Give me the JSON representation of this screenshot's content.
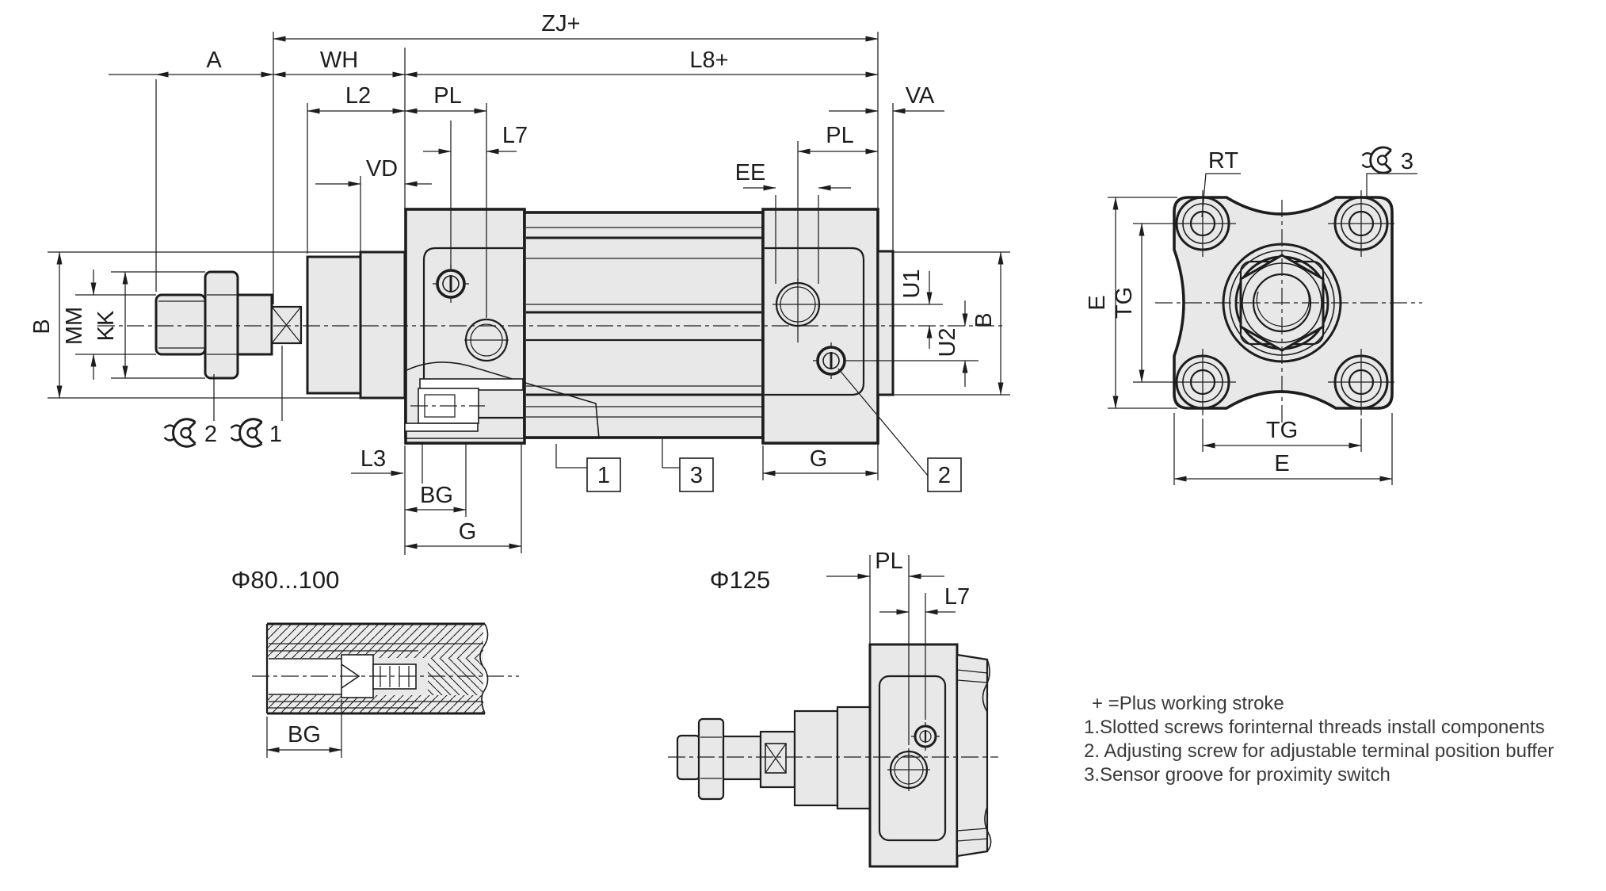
{
  "drawing_type": "pneumatic cylinder dimensional drawing",
  "colors": {
    "body_fill": "#e8e8e8",
    "line": "#1d1d1d",
    "background": "#ffffff",
    "note_text": "#3a3a3a"
  },
  "main_view": {
    "dims": {
      "zj": "ZJ+",
      "a": "A",
      "wh": "WH",
      "l8": "L8+",
      "l2": "L2",
      "pl_front": "PL",
      "l7_front": "L7",
      "vd": "VD",
      "va": "VA",
      "pl_rear": "PL",
      "ee": "EE",
      "l3": "L3",
      "bg": "BG",
      "g_front": "G",
      "g_rear": "G",
      "u1": "U1",
      "u2": "U2",
      "b_right": "B",
      "b_left": "B",
      "mm": "MM",
      "kk": "KK"
    },
    "callouts": {
      "slotted_screw": "1",
      "adjusting_screw": "2",
      "sensor_groove": "3"
    },
    "wrench_flats": {
      "rod_nut": "2",
      "rod_end": "1"
    }
  },
  "end_view": {
    "dims": {
      "rt": "RT",
      "e_left": "E",
      "tg_left": "TG",
      "tg_bottom": "TG",
      "e_bottom": "E"
    },
    "wrench_flats": {
      "sensor": "3"
    }
  },
  "detail_80_100": {
    "title": "Φ80...100",
    "dims": {
      "bg": "BG"
    }
  },
  "detail_125": {
    "title": "Φ125",
    "dims": {
      "pl": "PL",
      "l7": "L7"
    }
  },
  "notes": {
    "line1": "+ =Plus working stroke",
    "line2": "1.Slotted screws forinternal threads install components",
    "line3": "2. Adjusting screw for adjustable terminal position buffer",
    "line4": "3.Sensor groove for proximity switch"
  }
}
